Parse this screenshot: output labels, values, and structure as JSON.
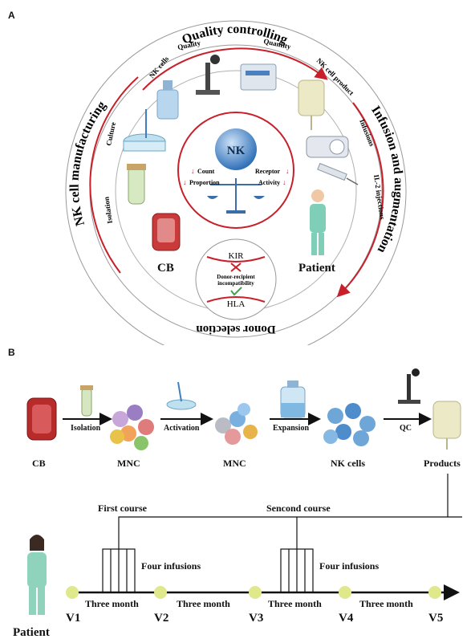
{
  "panel_a": {
    "label": "A",
    "ring_top": "Quality controlling",
    "ring_right": "Infusion and augmentation",
    "ring_bottom": "Donor selection",
    "ring_left": "NK cell manufacturing",
    "inner_labels": {
      "nk_cells": "NK cells",
      "quality": "Quality",
      "quantity": "Quantity",
      "nk_cell_product": "NK cell product",
      "infusions": "Infusions",
      "il2_injections": "IL-2 injections",
      "culture": "Culture",
      "isolation": "Isolation"
    },
    "center": {
      "nk": "NK",
      "count": "Count",
      "proportion": "Proportion",
      "receptor": "Receptor",
      "activity": "Activity"
    },
    "cb": "CB",
    "patient": "Patient",
    "donor": {
      "kir": "KIR",
      "incompat_line1": "Donor-recipient",
      "incompat_line2": "incompatibility",
      "hla": "HLA"
    },
    "colors": {
      "accent_red": "#c8202a",
      "ring_line": "#9a9a9a",
      "nk_blue": "#3b7fc4"
    }
  },
  "panel_b": {
    "label": "B",
    "steps": [
      {
        "name": "CB",
        "arrow": "Isolation"
      },
      {
        "name": "MNC",
        "arrow": "Activation"
      },
      {
        "name": "MNC",
        "arrow": "Expansion"
      },
      {
        "name": "NK cells",
        "arrow": "QC"
      },
      {
        "name": "Products",
        "arrow": ""
      }
    ],
    "first_course": "First course",
    "second_course": "Sencond course",
    "four_infusions": "Four infusions",
    "interval": "Three month",
    "visits": [
      "V1",
      "V2",
      "V3",
      "V4",
      "V5"
    ],
    "patient": "Patient",
    "colors": {
      "visit_dot": "#dfe88a",
      "line": "#111111"
    }
  }
}
